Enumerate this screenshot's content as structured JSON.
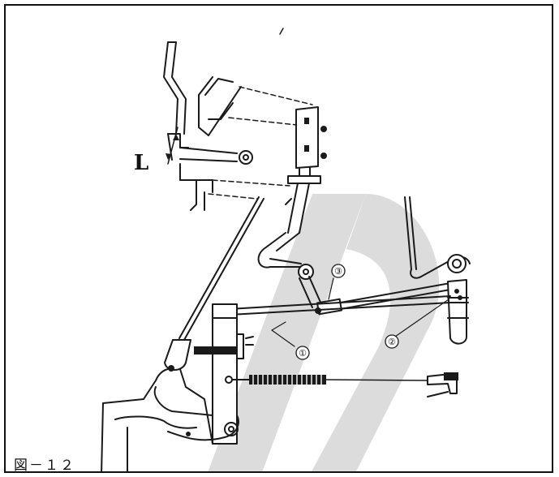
{
  "figure": {
    "caption": "図－１２",
    "dimension_label": "L",
    "callouts": [
      "①",
      "②",
      "③"
    ]
  },
  "colors": {
    "line": "#1a1a1a",
    "watermark": "#dcdcdc",
    "background": "#ffffff"
  }
}
